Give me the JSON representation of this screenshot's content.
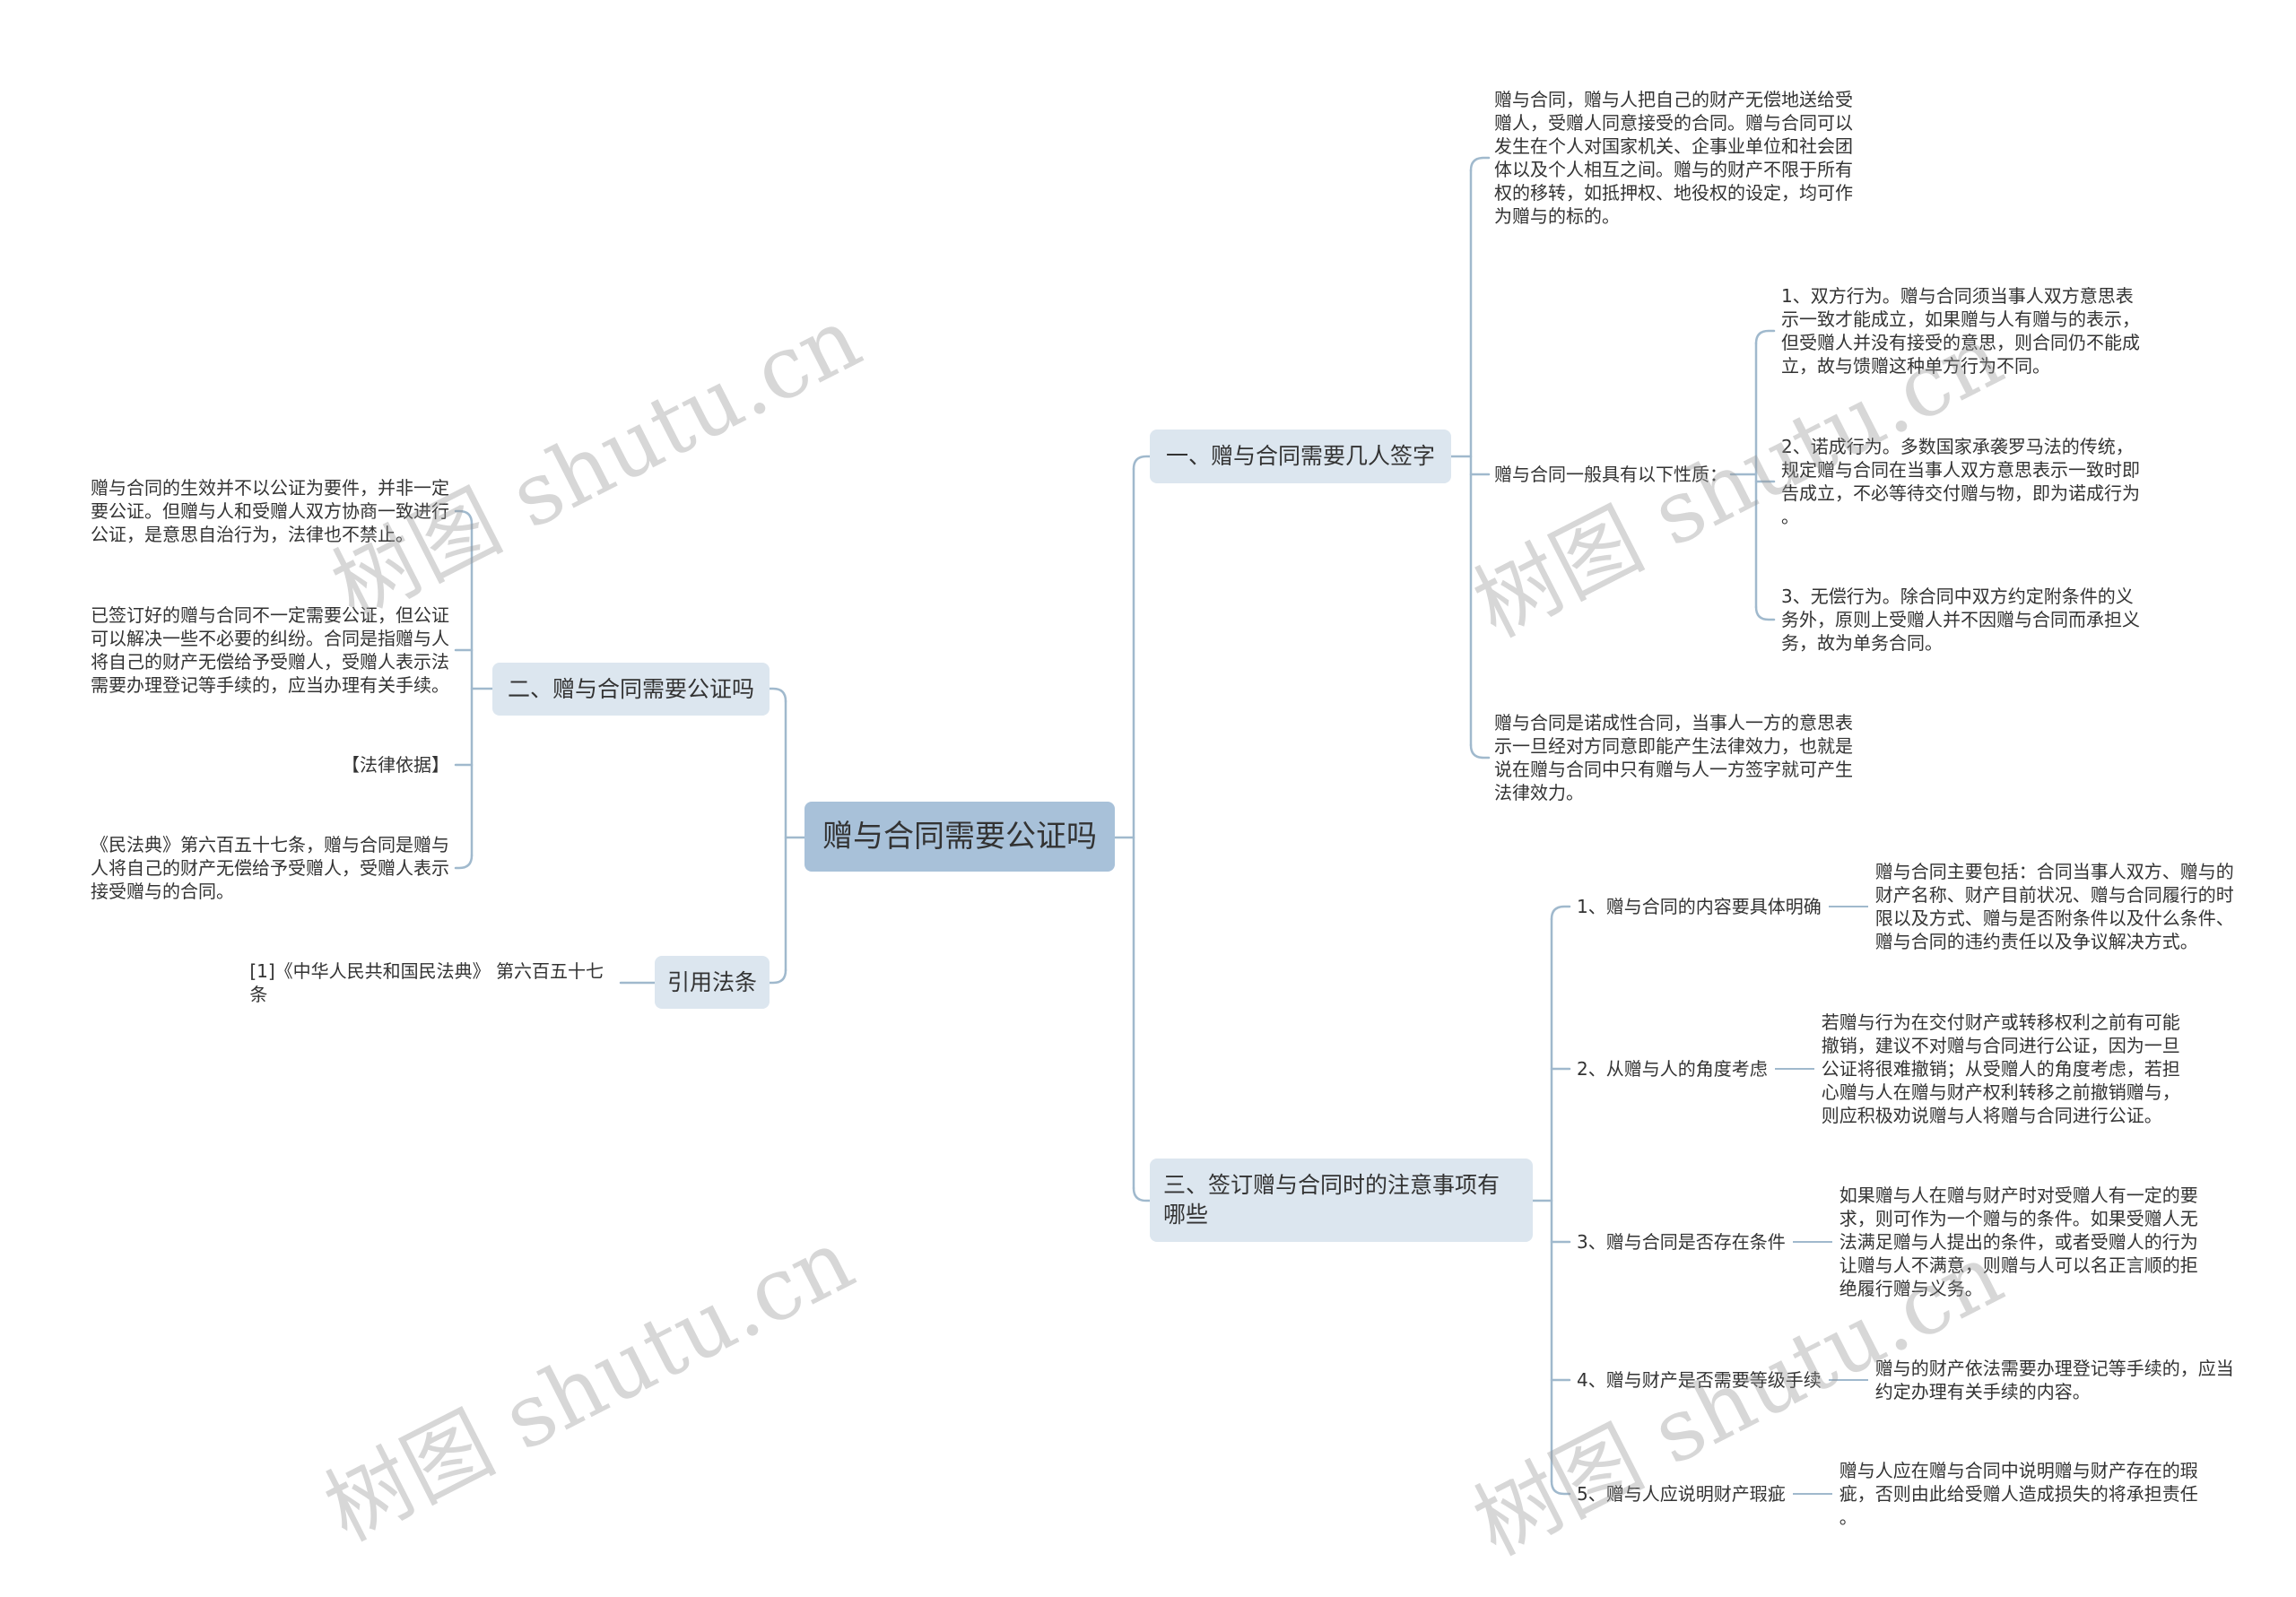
{
  "mindmap": {
    "root": "赠与合同需要公证吗",
    "signature": {
      "label": "一、赠与合同需要几人签字",
      "definition": [
        "赠与合同，赠与人把自己的财产无偿地送给受",
        "赠人，受赠人同意接受的合同。赠与合同可以",
        "发生在个人对国家机关、企事业单位和社会团",
        "体以及个人相互之间。赠与的财产不限于所有",
        "权的移转，如抵押权、地役权的设定，均可作",
        "为赠与的标的。"
      ],
      "properties": {
        "label": "赠与合同一般具有以下性质：",
        "items": [
          [
            "1、双方行为。赠与合同须当事人双方意思表",
            "示一致才能成立，如果赠与人有赠与的表示，",
            "但受赠人并没有接受的意思，则合同仍不能成",
            "立，故与馈赠这种单方行为不同。"
          ],
          [
            "2、诺成行为。多数国家承袭罗马法的传统，",
            "规定赠与合同在当事人双方意思表示一致时即",
            "告成立，不必等待交付赠与物，即为诺成行为",
            "。"
          ],
          [
            "3、无偿行为。除合同中双方约定附条件的义",
            "务外，原则上受赠人并不因赠与合同而承担义",
            "务，故为单务合同。"
          ]
        ]
      },
      "conclusion": [
        "赠与合同是诺成性合同，当事人一方的意思表",
        "示一旦经对方同意即能产生法律效力，也就是",
        "说在赠与合同中只有赠与人一方签字就可产生",
        "法律效力。"
      ]
    },
    "notary": {
      "label": "二、赠与合同需要公证吗",
      "items": [
        [
          "赠与合同的生效并不以公证为要件，并非一定",
          "要公证。但赠与人和受赠人双方协商一致进行",
          "公证，是意思自治行为，法律也不禁止。"
        ],
        [
          "已签订好的赠与合同不一定需要公证，但公证",
          "可以解决一些不必要的纠纷。合同是指赠与人",
          "将自己的财产无偿给予受赠人，受赠人表示法",
          "需要办理登记等手续的，应当办理有关手续。"
        ],
        [
          "【法律依据】"
        ],
        [
          "《民法典》第六百五十七条，赠与合同是赠与",
          "人将自己的财产无偿给予受赠人，受赠人表示",
          "接受赠与的合同。"
        ]
      ]
    },
    "citation": {
      "label": "引用法条",
      "items": [
        [
          "[1]《中华人民共和国民法典》 第六百五十七",
          "条"
        ]
      ]
    },
    "precautions": {
      "label": [
        "三、签订赠与合同时的注意事项有",
        "哪些"
      ],
      "items": [
        {
          "label": "1、赠与合同的内容要具体明确",
          "detail": [
            "赠与合同主要包括：合同当事人双方、赠与的",
            "财产名称、财产目前状况、赠与合同履行的时",
            "限以及方式、赠与是否附条件以及什么条件、",
            "赠与合同的违约责任以及争议解决方式。"
          ]
        },
        {
          "label": "2、从赠与人的角度考虑",
          "detail": [
            "若赠与行为在交付财产或转移权利之前有可能",
            "撤销，建议不对赠与合同进行公证，因为一旦",
            "公证将很难撤销；从受赠人的角度考虑，若担",
            "心赠与人在赠与财产权利转移之前撤销赠与，",
            "则应积极劝说赠与人将赠与合同进行公证。"
          ]
        },
        {
          "label": "3、赠与合同是否存在条件",
          "detail": [
            "如果赠与人在赠与财产时对受赠人有一定的要",
            "求，则可作为一个赠与的条件。如果受赠人无",
            "法满足赠与人提出的条件，或者受赠人的行为",
            "让赠与人不满意，则赠与人可以名正言顺的拒",
            "绝履行赠与义务。"
          ]
        },
        {
          "label": "4、赠与财产是否需要等级手续",
          "detail": [
            "赠与的财产依法需要办理登记等手续的，应当",
            "约定办理有关手续的内容。"
          ]
        },
        {
          "label": "5、赠与人应说明财产瑕疵",
          "detail": [
            "赠与人应在赠与合同中说明赠与财产存在的瑕",
            "疵，否则由此给受赠人造成损失的将承担责任",
            "。"
          ]
        }
      ]
    }
  },
  "watermark": "树图 shutu.cn",
  "colors": {
    "central_node": "#a8c1d9",
    "branch_node": "#dce6ef",
    "connector": "#a0b9cd",
    "text": "#333333"
  }
}
